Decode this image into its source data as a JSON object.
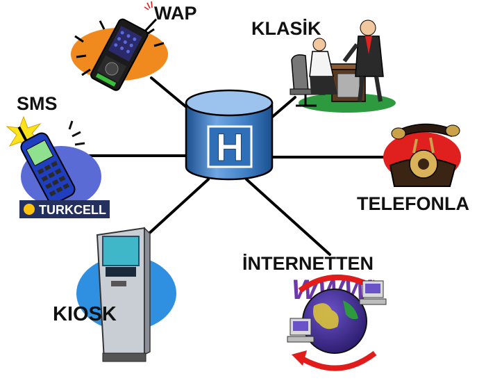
{
  "hub": {
    "symbol": "H"
  },
  "channels": {
    "wap": "WAP",
    "klasik": "KLASİK",
    "sms": "SMS",
    "telefonla": "TELEFONLA",
    "internetten": "İNTERNETTEN",
    "kiosk": "KIOSK"
  },
  "brand": {
    "turkcell": "TURKCELL",
    "www": "WWW"
  },
  "colors": {
    "hub_blue": "#3f7fc6",
    "hub_dark": "#1c4f8e",
    "wap_blob": "#f08a1f",
    "sms_blob": "#5b6bd6",
    "kiosk_blob": "#2f8fe0",
    "telefon_blob": "#e0201e",
    "klasik_floor": "#2e9a3f",
    "internet_arrow": "#e21b1b",
    "turkcell_bg": "#24305e"
  }
}
